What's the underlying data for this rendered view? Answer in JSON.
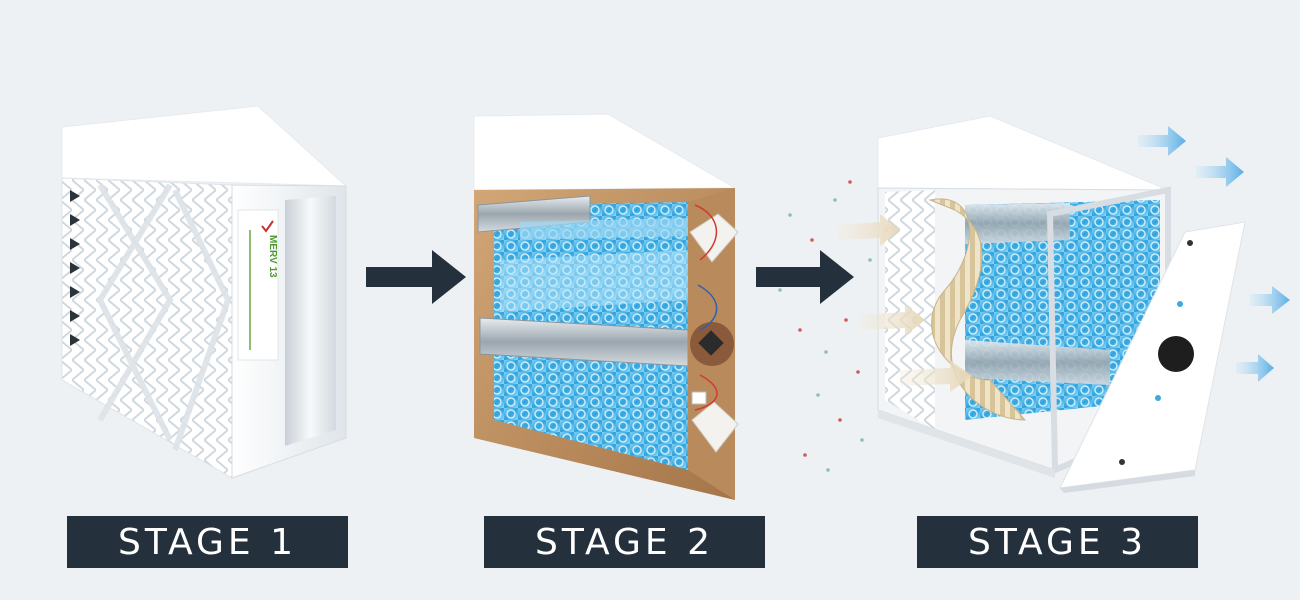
{
  "stages": [
    {
      "label": "STAGE 1",
      "filter_rating": "MERV 13"
    },
    {
      "label": "STAGE 2"
    },
    {
      "label": "STAGE 3"
    }
  ],
  "colors": {
    "background": "#eef1f4",
    "label_bg": "#24313c",
    "label_text": "#ffffff",
    "arrow": "#24313c",
    "airflow_arrow": "#6cb6e8",
    "mesh_blue": "#3fa9dd",
    "wood_frame": "#c79a6a"
  },
  "icons": [
    "right-arrow-icon",
    "airflow-arrow-icon"
  ]
}
